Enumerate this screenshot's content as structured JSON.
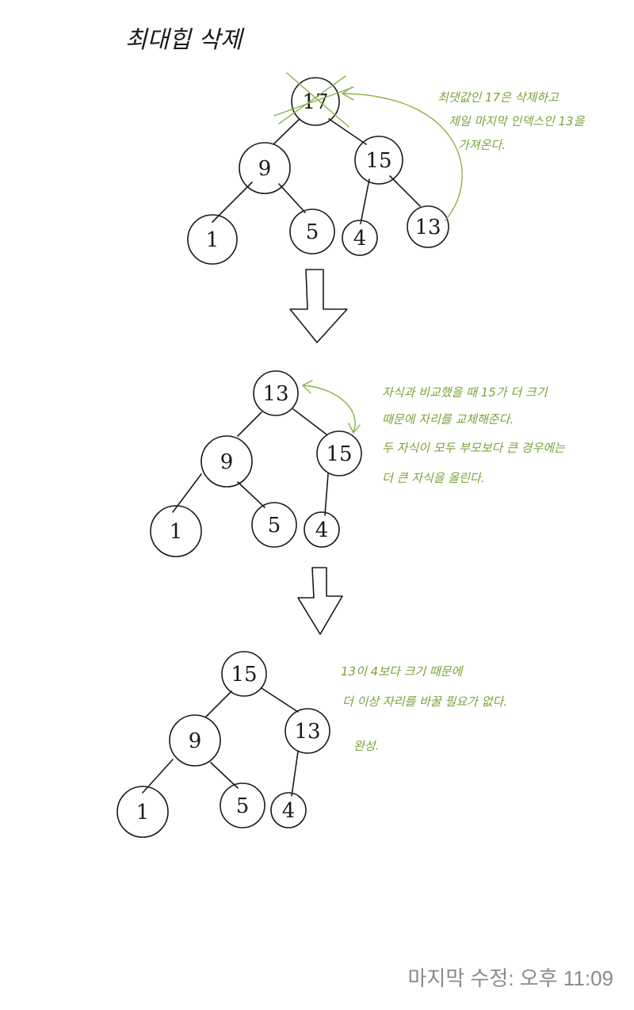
{
  "title": "최대힙 삭제",
  "footer": "마지막 수정: 오후 11:09",
  "colors": {
    "ink": "#1a1a1a",
    "note": "#7aa33a",
    "footer": "#8a8a8a"
  },
  "icons": [
    "down-arrow-icon",
    "down-arrow-icon",
    "curved-arrow-icon",
    "curved-arrow-icon",
    "cross-out-mark"
  ],
  "trees": [
    {
      "name": "before",
      "nodes": [
        "17",
        "9",
        "15",
        "1",
        "5",
        "4",
        "13"
      ],
      "note": [
        "최댓값인 17은 삭제하고",
        "제일 마지막 인덱스인 13을",
        "가져온다."
      ]
    },
    {
      "name": "swap",
      "nodes": [
        "13",
        "9",
        "15",
        "1",
        "5",
        "4"
      ],
      "note": [
        "자식과 비교했을 때 15가 더 크기",
        "때문에 자리를 교체해준다.",
        "두 자식이 모두 부모보다 큰 경우에는",
        "더 큰 자식을 올린다."
      ]
    },
    {
      "name": "done",
      "nodes": [
        "15",
        "9",
        "13",
        "1",
        "5",
        "4"
      ],
      "note": [
        "13이 4보다 크기 때문에",
        "더 이상 자리를 바꿀 필요가 없다.",
        "완성."
      ]
    }
  ]
}
